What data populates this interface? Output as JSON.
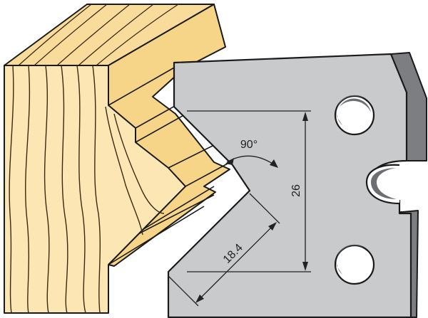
{
  "diagram": {
    "angle_label": "90°",
    "height_label": "26",
    "depth_label": "18.4"
  },
  "colors": {
    "wood_face": "#fbe6b4",
    "wood_top": "#f9dc9c",
    "wood_profile": "#f6d488",
    "wood_grain": "#3a2a10",
    "knife_face": "#c9cacc",
    "knife_side": "#7d7e82",
    "knife_hole": "#6d6e72",
    "outline": "#1a1a1a",
    "dimension": "#222222"
  }
}
